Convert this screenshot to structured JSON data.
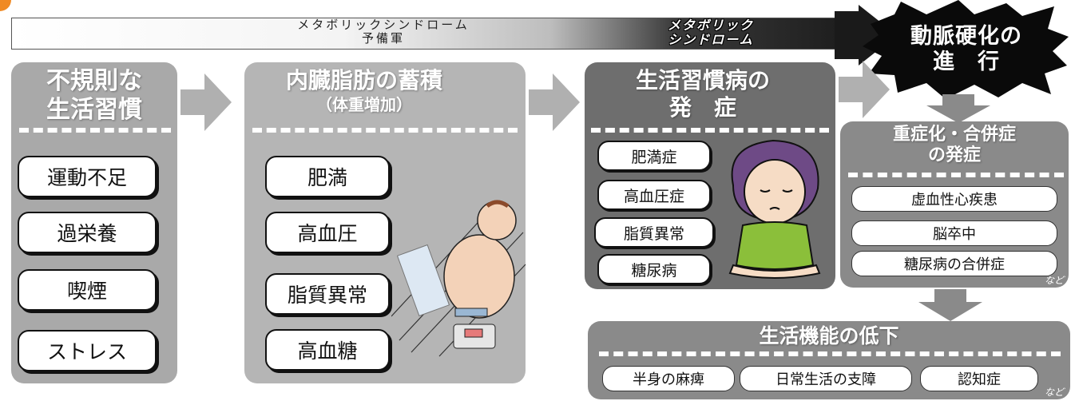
{
  "topbar": {
    "pre_line1": "メタボリックシンドローム",
    "pre_line2": "予備軍",
    "mets_line1": "メタボリック",
    "mets_line2": "シンドローム"
  },
  "burst": {
    "line1": "動脈硬化の",
    "line2": "進　行"
  },
  "col1": {
    "title_line1": "不規則な",
    "title_line2": "生活習慣",
    "items": [
      "運動不足",
      "過栄養",
      "喫煙",
      "ストレス"
    ]
  },
  "col2": {
    "title_line1": "内臓脂肪の蓄積",
    "title_line2": "（体重増加）",
    "items": [
      "肥満",
      "高血圧",
      "脂質異常",
      "高血糖"
    ]
  },
  "col3": {
    "title_line1": "生活習慣病の",
    "title_line2": "発　症",
    "items": [
      "肥満症",
      "高血圧症",
      "脂質異常",
      "糖尿病"
    ]
  },
  "col4": {
    "title_line1": "重症化・合併症",
    "title_line2": "の発症",
    "items": [
      "虚血性心疾患",
      "脳卒中",
      "糖尿病の合併症"
    ],
    "note": "など"
  },
  "bottom": {
    "title": "生活機能の低下",
    "items": [
      "半身の麻痺",
      "日常生活の支障",
      "認知症"
    ],
    "note": "など"
  },
  "colors": {
    "col1_bg": "#a9a9a9",
    "col2_bg": "#b5b5b5",
    "col3_bg": "#6e6e6e",
    "col4_bg": "#8a8a8a",
    "bottom_bg": "#8a8a8a",
    "accent": "#f08a24"
  }
}
